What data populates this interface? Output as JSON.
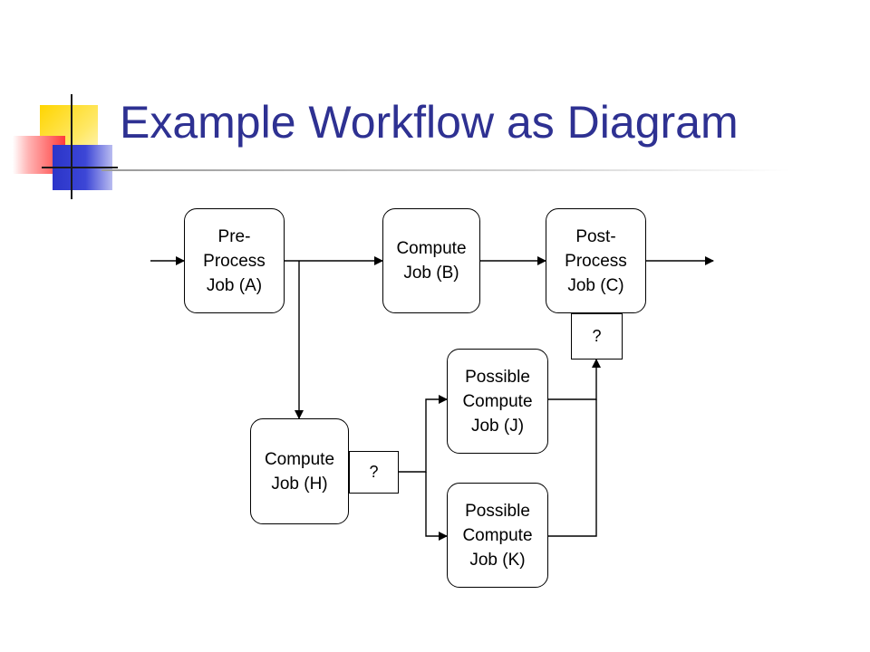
{
  "slide": {
    "title": "Example Workflow as Diagram"
  },
  "nodes": {
    "a": "Pre-\nProcess\nJob (A)",
    "b": "Compute\nJob (B)",
    "c": "Post-\nProcess\nJob (C)",
    "h": "Compute\nJob (H)",
    "j": "Possible\nCompute\nJob (J)",
    "k": "Possible\nCompute\nJob (K)"
  },
  "conditions": {
    "c_input": "?",
    "h_output": "?"
  },
  "colors": {
    "title": "#2e3192",
    "line": "#000000"
  }
}
